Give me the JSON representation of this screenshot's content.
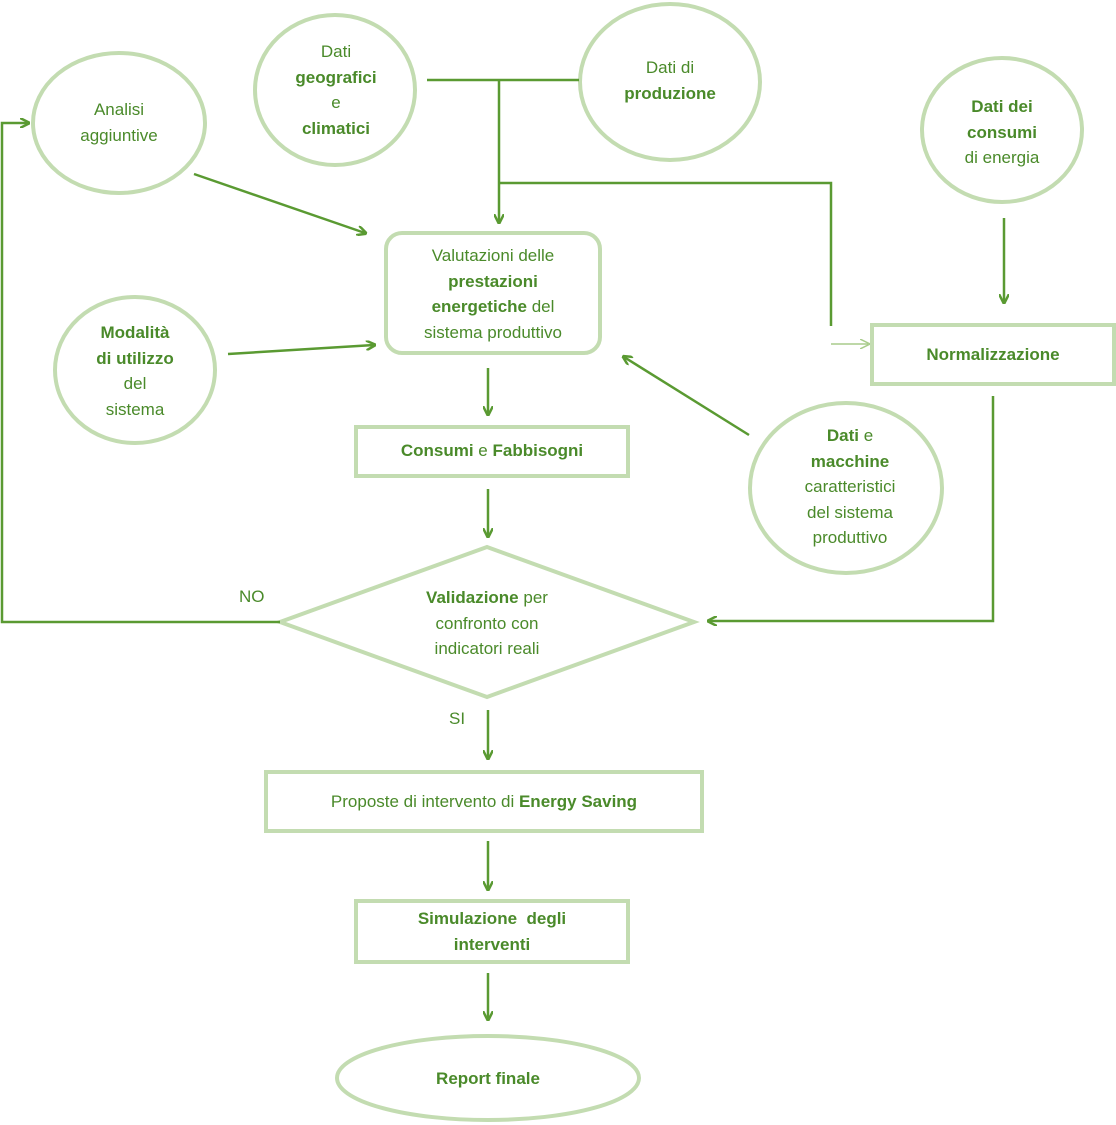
{
  "nodes": {
    "analisi": {
      "line1": "Analisi",
      "line2": "aggiuntive"
    },
    "geo": {
      "line1": "Dati",
      "line2": "geografici",
      "line3": "e",
      "line4": "climatici"
    },
    "produzione": {
      "line1": "Dati di",
      "line2": "produzione"
    },
    "consumi_energia": {
      "line1": "Dati dei",
      "line2": "consumi",
      "line3": "di energia"
    },
    "valutazioni": {
      "line1": "Valutazioni delle",
      "line2": "prestazioni",
      "line3a": "energetiche",
      "line3b": " del",
      "line4": "sistema produttivo"
    },
    "normalizzazione": {
      "line1": "Normalizzazione"
    },
    "modalita": {
      "line1": "Modalità",
      "line2": "di utilizzo",
      "line3": "del",
      "line4": "sistema"
    },
    "consumi_fabbisogni": {
      "part1": "Consumi",
      "part2": " e ",
      "part3": "Fabbisogni"
    },
    "macchine": {
      "line1a": "Dati",
      "line1b": " e",
      "line2": "macchine",
      "line3": "caratteristici",
      "line4": "del sistema",
      "line5": "produttivo"
    },
    "validazione": {
      "line1a": "Validazione",
      "line1b": " per",
      "line2": "confronto con",
      "line3": "indicatori reali"
    },
    "proposte": {
      "part1": "Proposte di intervento di ",
      "part2": "Energy Saving"
    },
    "simulazione": {
      "line1": "Simulazione  degli",
      "line2": "interventi"
    },
    "report": {
      "line1": "Report finale"
    }
  },
  "edges": {
    "no_label": "NO",
    "si_label": "SI"
  },
  "colors": {
    "stroke": "#c3dcb1",
    "arrow": "#5a9a32",
    "text": "#4a8a2a"
  }
}
